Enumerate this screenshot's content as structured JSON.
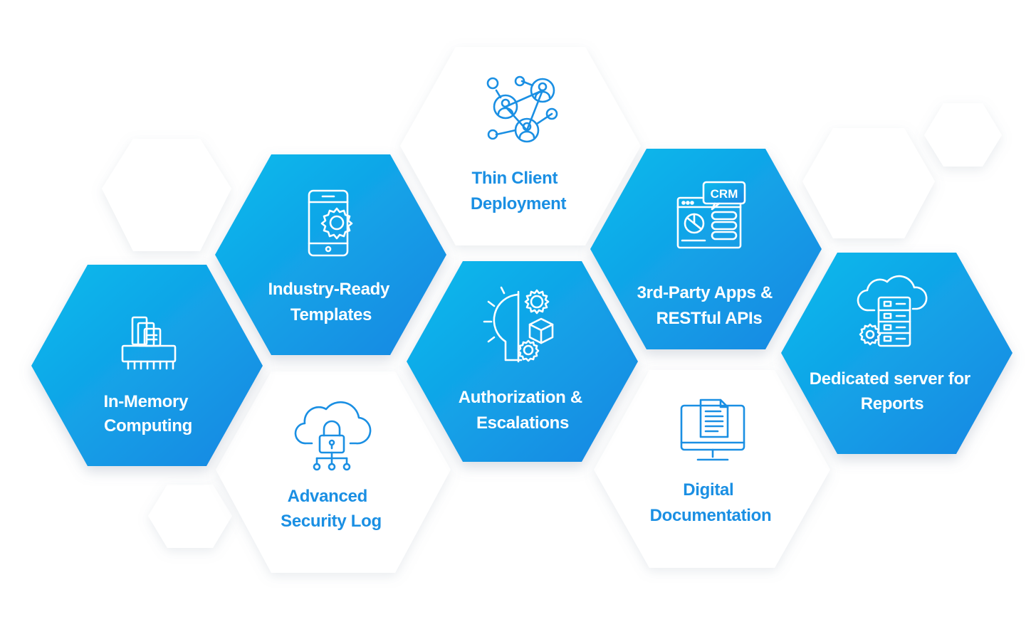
{
  "colors": {
    "blue_top": "#0bb8ea",
    "blue_bottom": "#1a8fe3",
    "label_on_white": "#1a8fe3",
    "white_hex": "#ffffff"
  },
  "nodes": [
    {
      "id": "thin-client",
      "label_lines": [
        "Thin Client",
        "Deployment"
      ],
      "icon": "network-users-icon",
      "style": "white"
    },
    {
      "id": "industry-templates",
      "label_lines": [
        "Industry-Ready",
        "Templates"
      ],
      "icon": "mobile-gear-icon",
      "style": "blue"
    },
    {
      "id": "in-memory",
      "label_lines": [
        "In-Memory",
        "Computing"
      ],
      "icon": "memory-chip-icon",
      "style": "blue"
    },
    {
      "id": "security-log",
      "label_lines": [
        "Advanced",
        "Security Log"
      ],
      "icon": "cloud-lock-icon",
      "style": "white"
    },
    {
      "id": "authorization",
      "label_lines": [
        "Authorization &",
        "Escalations"
      ],
      "icon": "brain-gears-icon",
      "style": "blue"
    },
    {
      "id": "third-party",
      "label_lines": [
        "3rd-Party Apps &",
        "RESTful APIs"
      ],
      "icon": "crm-dashboard-icon",
      "style": "blue"
    },
    {
      "id": "digital-docs",
      "label_lines": [
        "Digital",
        "Documentation"
      ],
      "icon": "monitor-document-icon",
      "style": "white"
    },
    {
      "id": "dedicated-server",
      "label_lines": [
        "Dedicated server for",
        "Reports"
      ],
      "icon": "cloud-server-gear-icon",
      "style": "blue"
    }
  ],
  "crm_badge": "CRM"
}
